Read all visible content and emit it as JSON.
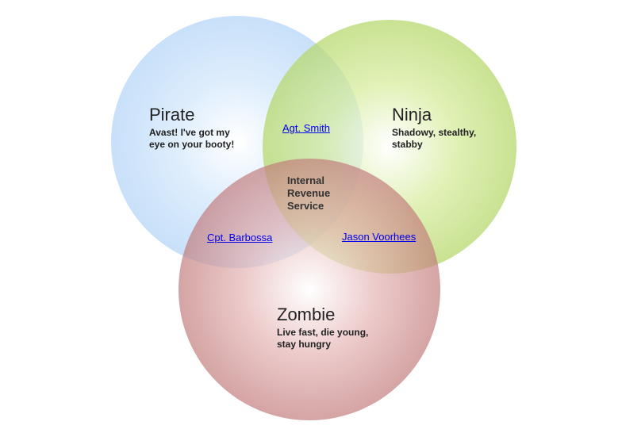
{
  "sets": {
    "pirate": {
      "title": "Pirate",
      "line1": "Avast! I've got my",
      "line2": "eye on your booty!"
    },
    "ninja": {
      "title": "Ninja",
      "line1": "Shadowy, stealthy,",
      "line2": "stabby"
    },
    "zombie": {
      "title": "Zombie",
      "line1": "Live fast, die young,",
      "line2": "stay hungry"
    }
  },
  "intersections": {
    "pirate_ninja": "Agt. Smith",
    "pirate_zombie": "Cpt. Barbossa",
    "ninja_zombie": "Jason Voorhees",
    "all_three": {
      "line1": "Internal",
      "line2": "Revenue",
      "line3": "Service"
    }
  },
  "colors": {
    "pirate": "#a9cef5",
    "ninja": "#98c53d",
    "zombie": "#a34a4a",
    "link": "#0000ee"
  }
}
